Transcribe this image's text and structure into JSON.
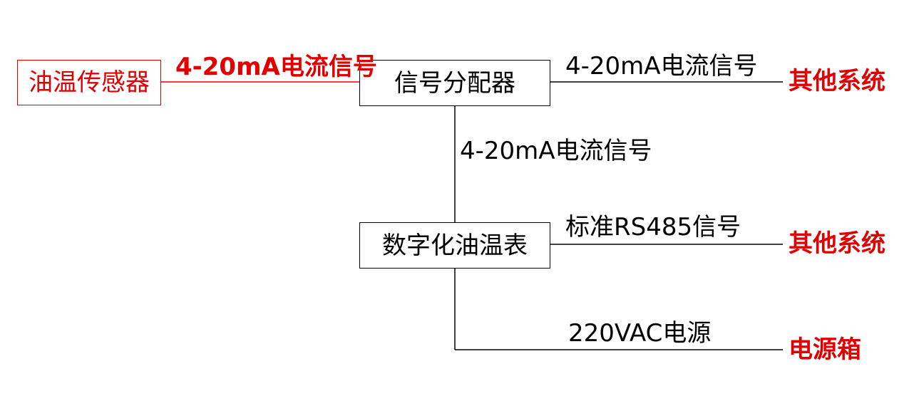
{
  "colors": {
    "accent_red": "#e00000",
    "line_black": "#000000"
  },
  "nodes": {
    "sensor": "油温传感器",
    "distributor": "信号分配器",
    "meter": "数字化油温表"
  },
  "targets": {
    "other_system_1": "其他系统",
    "other_system_2": "其他系统",
    "power_box": "电源箱"
  },
  "signals": {
    "sensor_to_distributor": "4-20mA电流信号",
    "distributor_to_other": "4-20mA电流信号",
    "distributor_to_meter": "4-20mA电流信号",
    "meter_to_other": "标准RS485信号",
    "power": "220VAC电源"
  }
}
